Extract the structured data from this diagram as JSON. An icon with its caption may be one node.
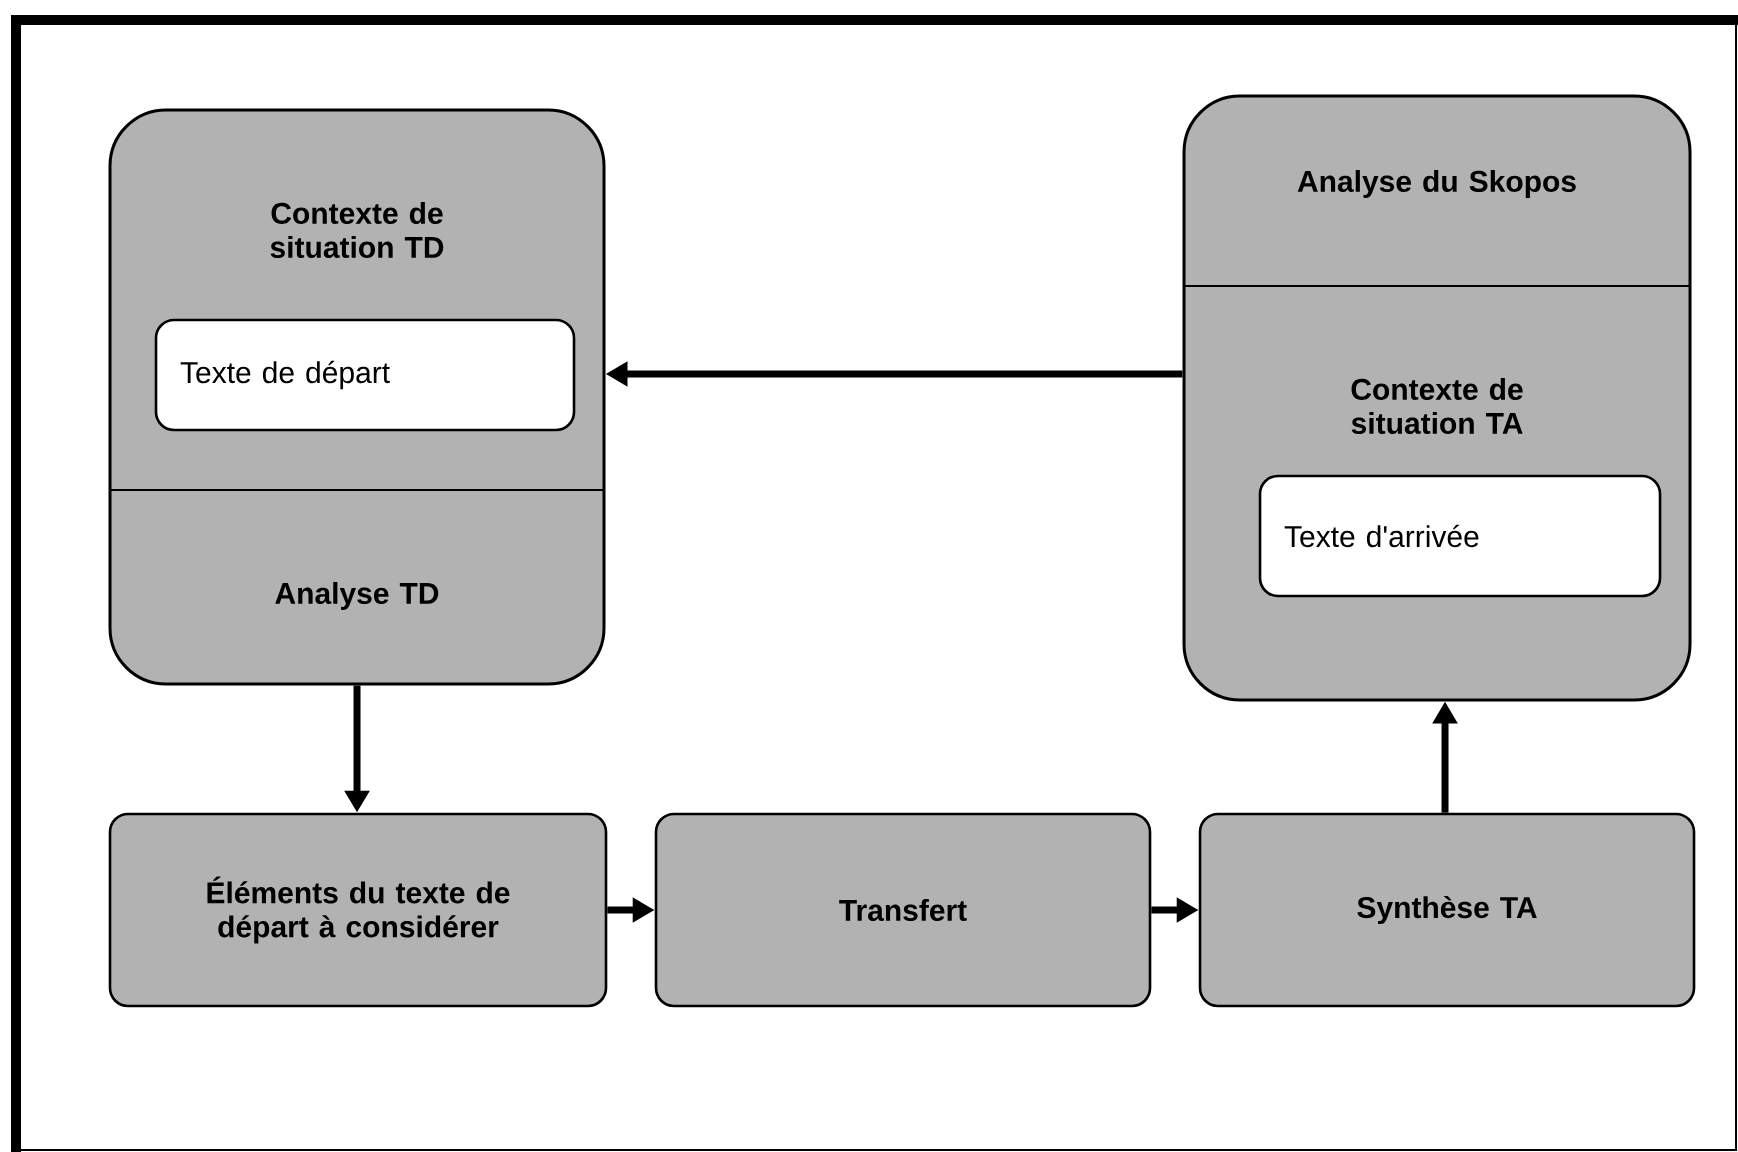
{
  "diagram": {
    "nodes": [
      {
        "text": [
          "Contexte de situation TD",
          "Analyse TD"
        ]
      },
      {
        "text": [
          "Texte de départ"
        ],
        "in": 0
      },
      {
        "text": [
          "Analyse du Skopos",
          "Contexte de situation TA"
        ]
      },
      {
        "text": [
          "Texte d'arrivée"
        ],
        "in": 2
      },
      {
        "text": [
          "Éléments du texte de départ à considérer"
        ]
      },
      {
        "text": [
          "Transfert"
        ]
      },
      {
        "text": [
          "Synthèse TA"
        ]
      }
    ],
    "edges": [
      {
        "from": 2,
        "to": 0,
        "arrow": "to"
      },
      {
        "from": 0,
        "to": 4,
        "arrow": "to"
      },
      {
        "from": 4,
        "to": 5,
        "arrow": "to"
      },
      {
        "from": 5,
        "to": 6,
        "arrow": "to"
      },
      {
        "from": 6,
        "to": 2,
        "arrow": "to"
      }
    ]
  }
}
